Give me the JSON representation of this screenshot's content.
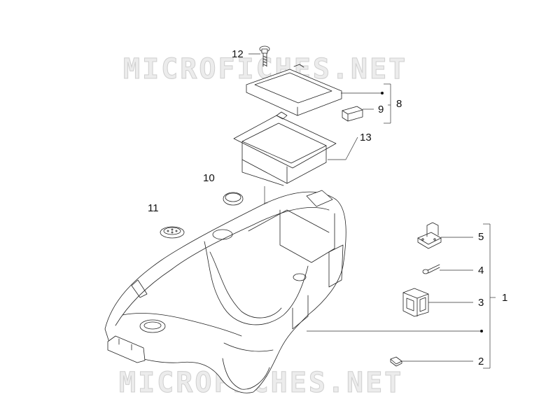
{
  "watermark": {
    "top": "MICROFICHES.NET",
    "bottom": "MICROFICHES.NET"
  },
  "callouts": {
    "c1": "1",
    "c2": "2",
    "c3": "3",
    "c4": "4",
    "c5": "5",
    "c8": "8",
    "c9": "9",
    "c10": "10",
    "c11": "11",
    "c12": "12",
    "c13": "13"
  },
  "colors": {
    "line": "#222222",
    "part_fill": "#ffffff",
    "watermark": "#d4d4d4"
  }
}
